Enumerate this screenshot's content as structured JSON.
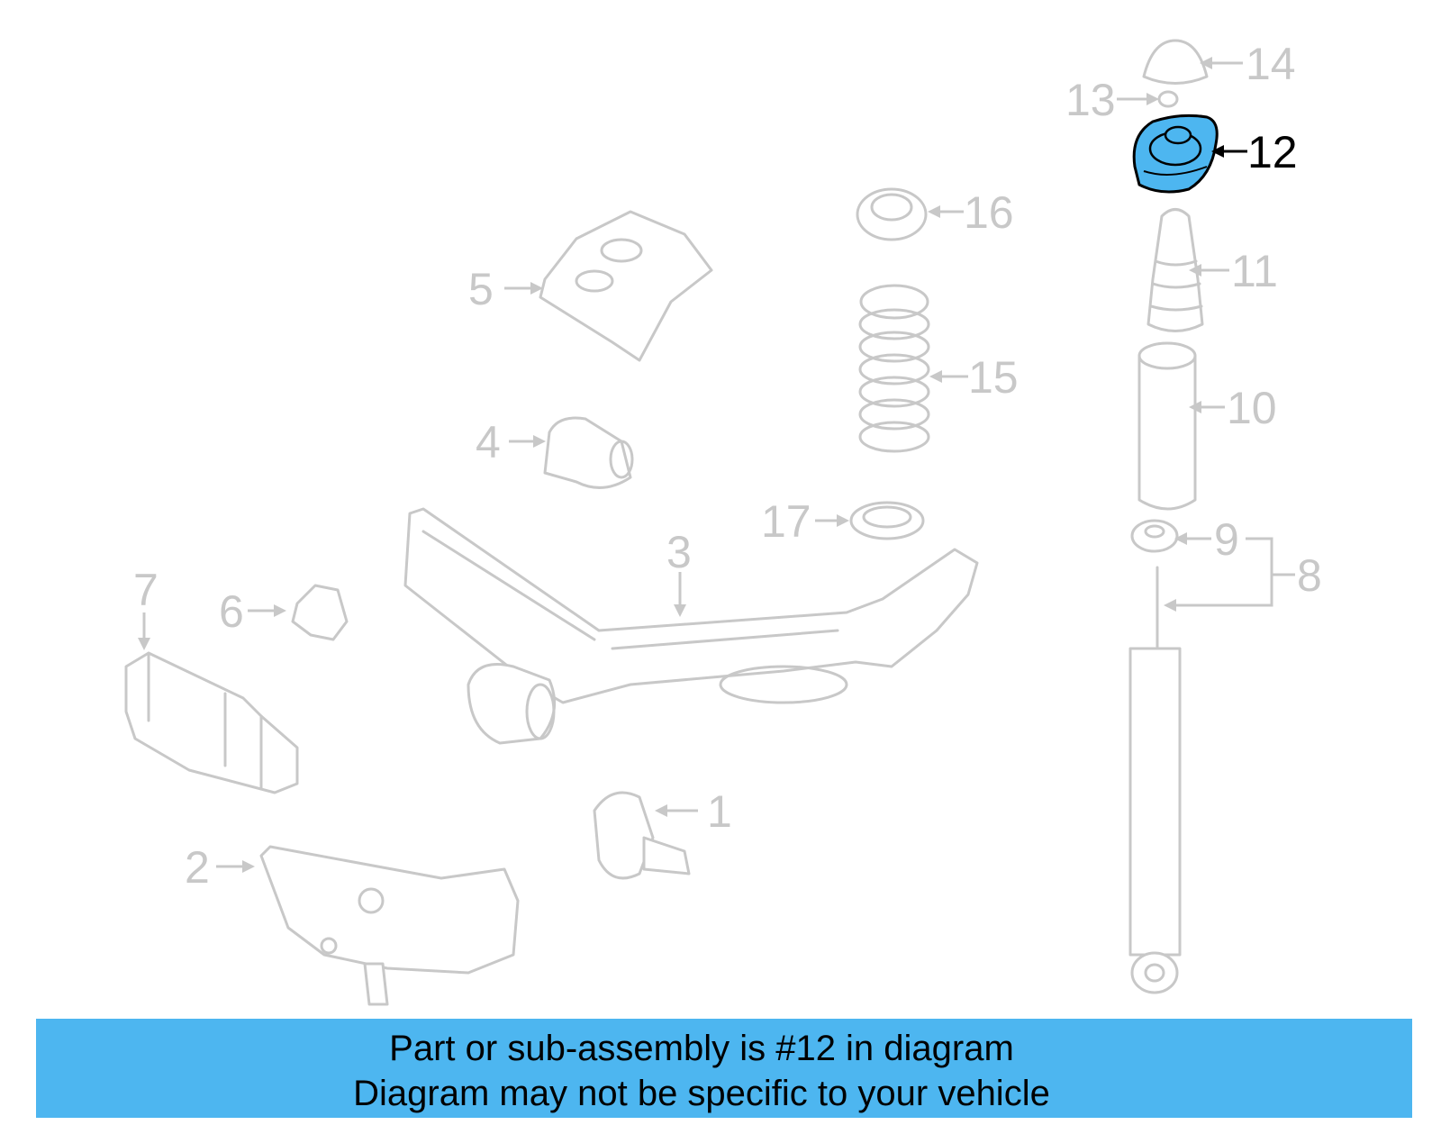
{
  "diagram": {
    "highlight_color": "#4db6f0",
    "highlighted_part": "12",
    "callouts": [
      {
        "id": "1",
        "label": "1"
      },
      {
        "id": "2",
        "label": "2"
      },
      {
        "id": "3",
        "label": "3"
      },
      {
        "id": "4",
        "label": "4"
      },
      {
        "id": "5",
        "label": "5"
      },
      {
        "id": "6",
        "label": "6"
      },
      {
        "id": "7",
        "label": "7"
      },
      {
        "id": "8",
        "label": "8"
      },
      {
        "id": "9",
        "label": "9"
      },
      {
        "id": "10",
        "label": "10"
      },
      {
        "id": "11",
        "label": "11"
      },
      {
        "id": "12",
        "label": "12"
      },
      {
        "id": "13",
        "label": "13"
      },
      {
        "id": "14",
        "label": "14"
      },
      {
        "id": "15",
        "label": "15"
      },
      {
        "id": "16",
        "label": "16"
      },
      {
        "id": "17",
        "label": "17"
      }
    ]
  },
  "banner": {
    "line1": "Part or sub-assembly is #12 in diagram",
    "line2": "Diagram may not be specific to your vehicle",
    "background": "#4db6f0"
  }
}
